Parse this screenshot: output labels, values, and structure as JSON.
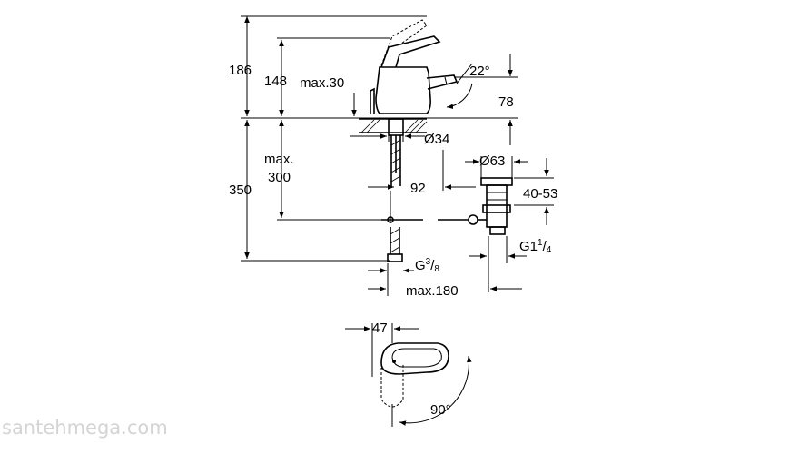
{
  "dimensions": {
    "h186": "186",
    "h148": "148",
    "max30": "max.30",
    "angle22": "22°",
    "h78": "78",
    "d34": "Ø34",
    "max300_line1": "max.",
    "max300_line2": "300",
    "h350": "350",
    "w92": "92",
    "d63": "Ø63",
    "h4053": "40-53",
    "g11_4_base": "G1",
    "g11_4_num": "1",
    "g11_4_slash": "/",
    "g11_4_den": "4",
    "g3_8_base": "G",
    "g3_8_num": "3",
    "g3_8_slash": "/",
    "g3_8_den": "8",
    "max180": "max.180",
    "w47": "47",
    "angle90": "90°"
  },
  "watermark": "santehmega.com",
  "colors": {
    "line": "#000000",
    "watermark": "#d4d4d4",
    "background": "#ffffff"
  }
}
